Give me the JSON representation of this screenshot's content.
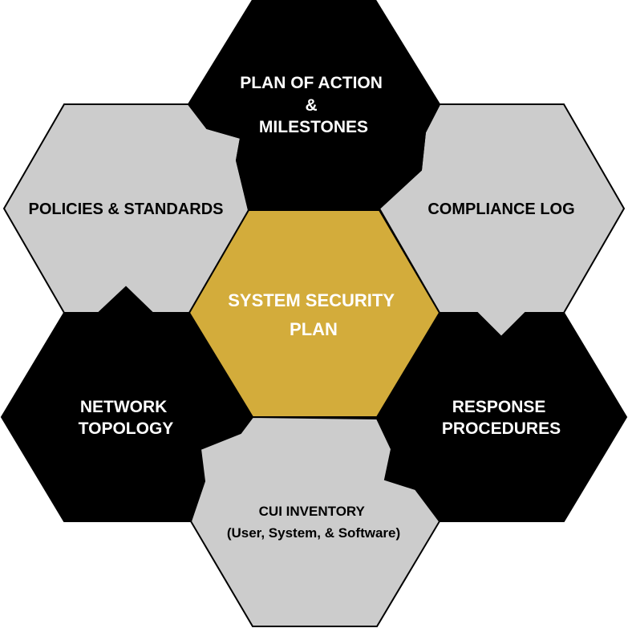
{
  "colors": {
    "black_cell": "#000000",
    "gray_cell": "#cccccc",
    "gold_cell": "#d3ac3b",
    "outline": "#000000",
    "text_on_dark": "#ffffff",
    "text_on_light": "#000000",
    "text_on_gold": "#ffffff"
  },
  "hexagons": {
    "center": {
      "lines": [
        "SYSTEM SECURITY",
        "PLAN"
      ]
    },
    "top": {
      "lines": [
        "PLAN OF ACTION",
        "&",
        "MILESTONES"
      ]
    },
    "upper_left": {
      "lines": [
        "POLICIES & STANDARDS"
      ]
    },
    "upper_right": {
      "lines": [
        "COMPLIANCE LOG"
      ]
    },
    "lower_left": {
      "lines": [
        "NETWORK",
        "TOPOLOGY"
      ]
    },
    "lower_right": {
      "lines": [
        "RESPONSE",
        "PROCEDURES"
      ]
    },
    "bottom": {
      "lines": [
        "CUI INVENTORY",
        "(User, System, & Software)"
      ]
    }
  }
}
